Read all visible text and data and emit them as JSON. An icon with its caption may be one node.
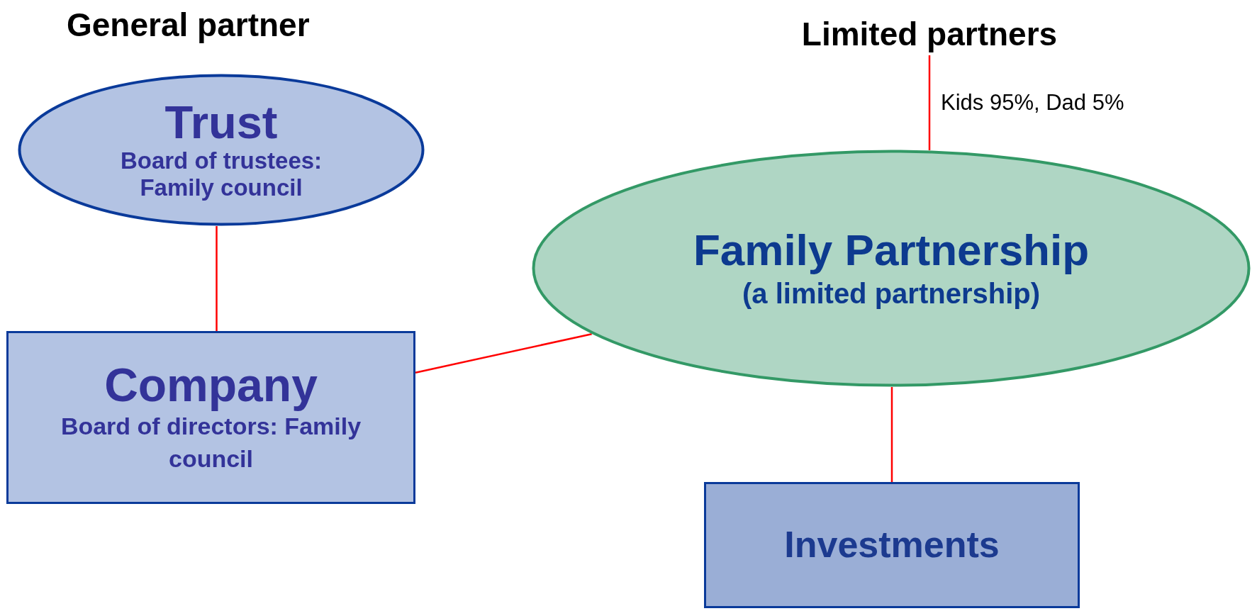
{
  "diagram": {
    "nodes": [
      {
        "text": [
          "Trust",
          "Board of trustees: Family council"
        ]
      },
      {
        "text": [
          "Company",
          "Board of directors: Family council"
        ]
      },
      {
        "text": [
          "Limited partners"
        ]
      },
      {
        "text": [
          "Family Partnership",
          "(a limited partnership)"
        ]
      },
      {
        "text": [
          "Investments"
        ]
      }
    ],
    "edges": [
      {
        "from": 0,
        "to": 1,
        "arrow": "none"
      },
      {
        "from": 1,
        "to": 3,
        "arrow": "none"
      },
      {
        "from": 2,
        "to": 3,
        "arrow": "none",
        "label": "Kids 95%, Dad 5%"
      },
      {
        "from": 3,
        "to": 4,
        "arrow": "none"
      }
    ],
    "labels": [
      "General partner"
    ]
  }
}
